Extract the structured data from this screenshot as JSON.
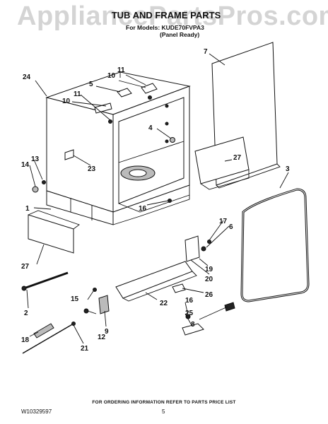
{
  "watermark": "AppliancePartsPros.com",
  "header": {
    "title": "TUB AND FRAME PARTS",
    "for_models": "For Models: KUDE70FVPA3",
    "variant": "(Panel Ready)"
  },
  "callouts": [
    "1",
    "2",
    "3",
    "4",
    "5",
    "6",
    "7",
    "8",
    "9",
    "10",
    "10",
    "11",
    "11",
    "12",
    "13",
    "14",
    "15",
    "16",
    "16",
    "17",
    "18",
    "19",
    "20",
    "21",
    "22",
    "23",
    "24",
    "25",
    "26",
    "27",
    "27"
  ],
  "footer": {
    "ordering_note": "FOR ORDERING INFORMATION REFER TO PARTS PRICE LIST",
    "doc_number": "W10329597",
    "page_number": "5"
  }
}
